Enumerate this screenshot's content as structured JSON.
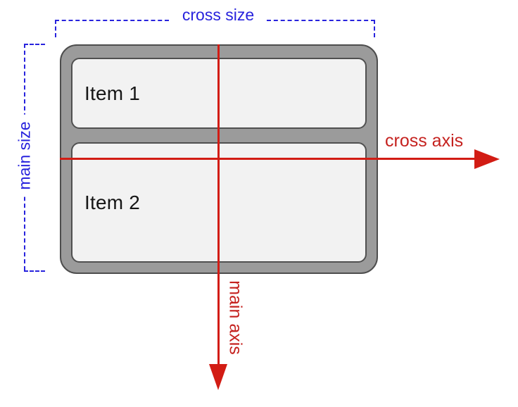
{
  "diagram": {
    "labels": {
      "cross_size": "cross size",
      "main_size": "main size",
      "cross_axis": "cross axis",
      "main_axis": "main axis"
    },
    "container": {
      "items": [
        {
          "label": "Item 1"
        },
        {
          "label": "Item 2"
        }
      ]
    },
    "colors": {
      "size_blue": "#2823dd",
      "axis_red": "#c5221f",
      "line_red": "#d21c14",
      "container_fill": "#9b9b9b",
      "container_border": "#4d4d4d",
      "item_fill": "#f2f2f2",
      "background": "#ffffff"
    }
  }
}
